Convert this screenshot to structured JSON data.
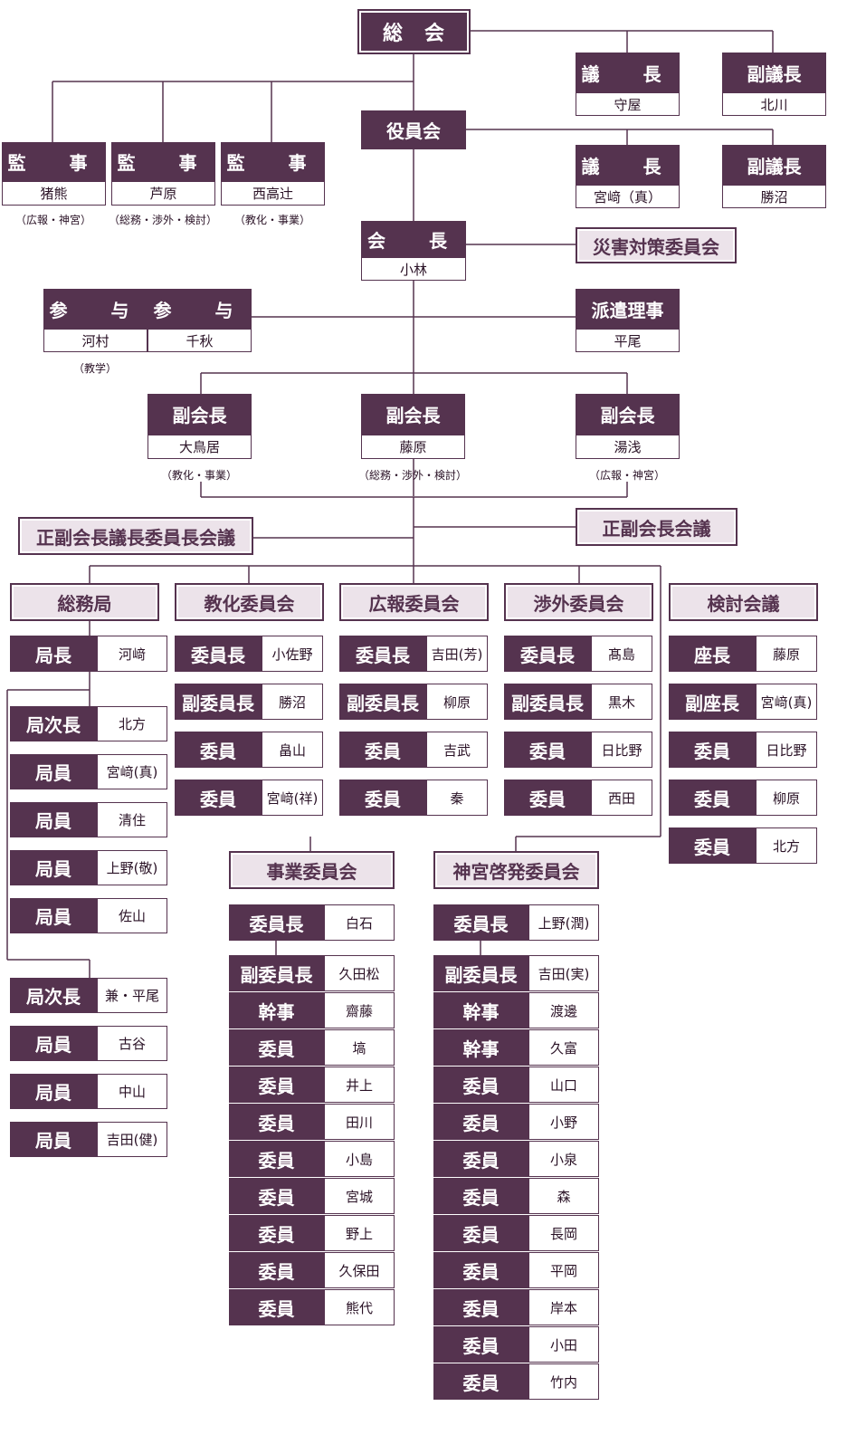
{
  "top": {
    "general_assembly": "総　会",
    "chair_title": "議　長",
    "chair_name": "守屋",
    "vice_chair_title": "副議長",
    "vice_chair_name": "北川"
  },
  "officers": {
    "title": "役員会",
    "chair_title": "議　長",
    "chair_name": "宮﨑（真）",
    "vice_chair_title": "副議長",
    "vice_chair_name": "勝沼"
  },
  "auditors": [
    {
      "title": "監　事",
      "name": "猪熊",
      "note": "（広報・神宮）"
    },
    {
      "title": "監　事",
      "name": "芦原",
      "note": "（総務・渉外・検討）"
    },
    {
      "title": "監　事",
      "name": "西高辻",
      "note": "（教化・事業）"
    }
  ],
  "president": {
    "title": "会　長",
    "name": "小林"
  },
  "disaster_committee": "災害対策委員会",
  "advisors": [
    {
      "title": "参　与",
      "name": "河村",
      "note": "（教学）"
    },
    {
      "title": "参　与",
      "name": "千秋"
    }
  ],
  "dispatch": {
    "title": "派遣理事",
    "name": "平尾"
  },
  "vice_presidents": [
    {
      "title": "副会長",
      "name": "大鳥居",
      "note": "（教化・事業）"
    },
    {
      "title": "副会長",
      "name": "藤原",
      "note": "（総務・渉外・検討）"
    },
    {
      "title": "副会長",
      "name": "湯浅",
      "note": "（広報・神宮）"
    }
  ],
  "joint_meeting": "正副会長議長委員長会議",
  "vp_meeting": "正副会長会議",
  "general_affairs": {
    "title": "総務局",
    "head": {
      "role": "局長",
      "name": "河﨑"
    },
    "group1": [
      {
        "role": "局次長",
        "name": "北方"
      },
      {
        "role": "局員",
        "name": "宮﨑(真)"
      },
      {
        "role": "局員",
        "name": "清住"
      },
      {
        "role": "局員",
        "name": "上野(敬)"
      },
      {
        "role": "局員",
        "name": "佐山"
      }
    ],
    "group2": [
      {
        "role": "局次長",
        "name": "兼・平尾"
      },
      {
        "role": "局員",
        "name": "古谷"
      },
      {
        "role": "局員",
        "name": "中山"
      },
      {
        "role": "局員",
        "name": "吉田(健)"
      }
    ]
  },
  "committees": [
    {
      "title": "教化委員会",
      "members": [
        {
          "role": "委員長",
          "name": "小佐野"
        },
        {
          "role": "副委員長",
          "name": "勝沼"
        },
        {
          "role": "委員",
          "name": "畠山"
        },
        {
          "role": "委員",
          "name": "宮﨑(祥)"
        }
      ]
    },
    {
      "title": "広報委員会",
      "members": [
        {
          "role": "委員長",
          "name": "吉田(芳)"
        },
        {
          "role": "副委員長",
          "name": "柳原"
        },
        {
          "role": "委員",
          "name": "吉武"
        },
        {
          "role": "委員",
          "name": "秦"
        }
      ]
    },
    {
      "title": "渉外委員会",
      "members": [
        {
          "role": "委員長",
          "name": "髙島"
        },
        {
          "role": "副委員長",
          "name": "黒木"
        },
        {
          "role": "委員",
          "name": "日比野"
        },
        {
          "role": "委員",
          "name": "西田"
        }
      ]
    },
    {
      "title": "検討会議",
      "members": [
        {
          "role": "座長",
          "name": "藤原"
        },
        {
          "role": "副座長",
          "name": "宮﨑(真)"
        },
        {
          "role": "委員",
          "name": "日比野"
        },
        {
          "role": "委員",
          "name": "柳原"
        },
        {
          "role": "委員",
          "name": "北方"
        }
      ]
    }
  ],
  "business_committee": {
    "title": "事業委員会",
    "chair": {
      "role": "委員長",
      "name": "白石"
    },
    "members": [
      {
        "role": "副委員長",
        "name": "久田松"
      },
      {
        "role": "幹事",
        "name": "齋藤"
      },
      {
        "role": "委員",
        "name": "塙"
      },
      {
        "role": "委員",
        "name": "井上"
      },
      {
        "role": "委員",
        "name": "田川"
      },
      {
        "role": "委員",
        "name": "小島"
      },
      {
        "role": "委員",
        "name": "宮城"
      },
      {
        "role": "委員",
        "name": "野上"
      },
      {
        "role": "委員",
        "name": "久保田"
      },
      {
        "role": "委員",
        "name": "熊代"
      }
    ]
  },
  "shrine_committee": {
    "title": "神宮啓発委員会",
    "chair": {
      "role": "委員長",
      "name": "上野(潤)"
    },
    "members": [
      {
        "role": "副委員長",
        "name": "吉田(実)"
      },
      {
        "role": "幹事",
        "name": "渡邊"
      },
      {
        "role": "幹事",
        "name": "久富"
      },
      {
        "role": "委員",
        "name": "山口"
      },
      {
        "role": "委員",
        "name": "小野"
      },
      {
        "role": "委員",
        "name": "小泉"
      },
      {
        "role": "委員",
        "name": "森"
      },
      {
        "role": "委員",
        "name": "長岡"
      },
      {
        "role": "委員",
        "name": "平岡"
      },
      {
        "role": "委員",
        "name": "岸本"
      },
      {
        "role": "委員",
        "name": "小田"
      },
      {
        "role": "委員",
        "name": "竹内"
      }
    ]
  },
  "colors": {
    "primary": "#55334f",
    "light": "#ece3ea",
    "text": "#2a1226"
  }
}
